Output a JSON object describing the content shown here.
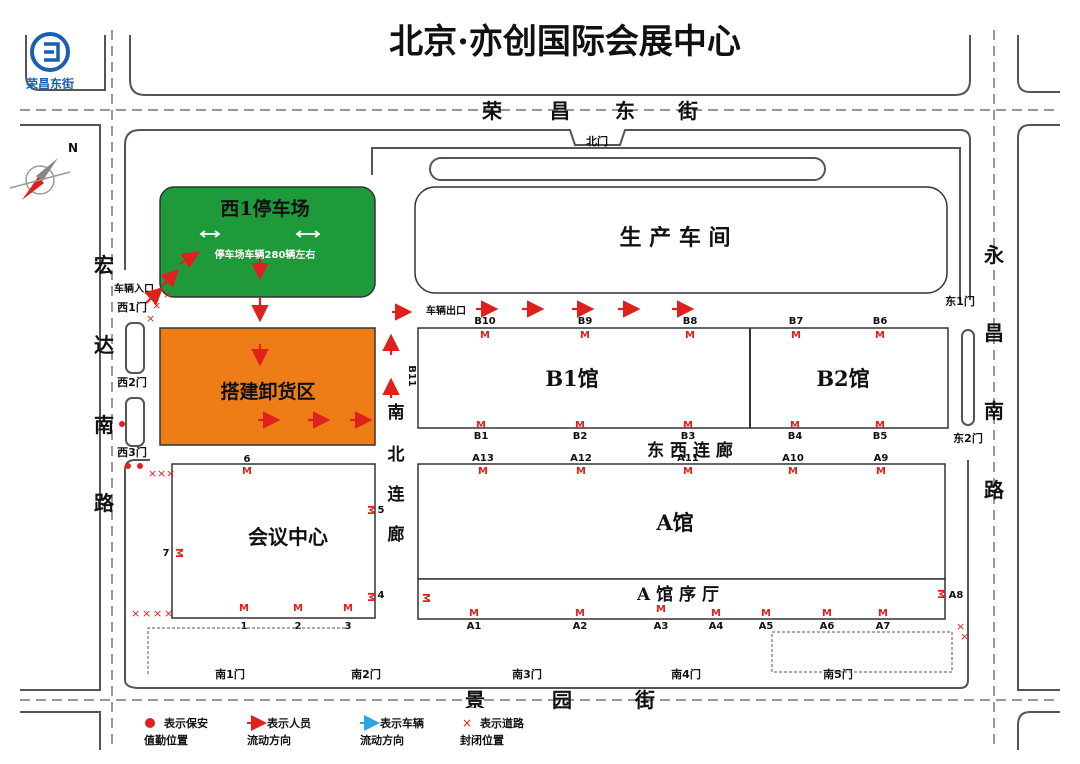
{
  "title": "北京·亦创国际会展中心",
  "logo": {
    "text": "荣昌东街"
  },
  "compass": {
    "label": "N"
  },
  "streets": {
    "north": [
      "荣",
      "昌",
      "东",
      "街"
    ],
    "south": [
      "景",
      "园",
      "街"
    ],
    "west": [
      "宏",
      "达",
      "南",
      "路"
    ],
    "east": [
      "永",
      "昌",
      "南",
      "路"
    ]
  },
  "gates": {
    "north": "北门",
    "west1": "西1门",
    "west2": "西2门",
    "west3": "西3门",
    "east1": "东1门",
    "east2": "东2门",
    "south1": "南1门",
    "south2": "南2门",
    "south3": "南3门",
    "south4": "南4门",
    "south5": "南5门"
  },
  "areas": {
    "parking": {
      "name": "西1停车场",
      "note": "停车场车辆280辆左右",
      "color": "#1f9a3a"
    },
    "unloading": {
      "name": "搭建卸货区",
      "color": "#ee7d17"
    },
    "workshop": {
      "name": "生 产 车 间"
    },
    "b1": {
      "name": "B1馆"
    },
    "b2": {
      "name": "B2馆"
    },
    "hall_a": {
      "name": "A馆"
    },
    "a_lobby": {
      "name": "A 馆 序 厅"
    },
    "conference": {
      "name": "会议中心"
    },
    "ew_corridor": {
      "name": "东 西 连 廊"
    },
    "ns_corridor": [
      "南",
      "北",
      "连",
      "廊"
    ]
  },
  "labels": {
    "vehicle_entry": "车辆入口",
    "vehicle_exit": "车辆出口",
    "entrance_mark": "M",
    "closed_mark": "×"
  },
  "entrances": {
    "b_top": [
      "B10",
      "B9",
      "B8",
      "B7",
      "B6"
    ],
    "b_bottom": [
      "B1",
      "B2",
      "B3",
      "B4",
      "B5"
    ],
    "b_side": "B11",
    "a_top": [
      "A13",
      "A12",
      "A11",
      "A10",
      "A9"
    ],
    "a_bottom": [
      "A1",
      "A2",
      "A3",
      "A4",
      "A5",
      "A6",
      "A7"
    ],
    "a_side": "A8",
    "conf": [
      "1",
      "2",
      "3",
      "4",
      "5",
      "6",
      "7"
    ]
  },
  "legend": [
    {
      "line1": "表示保安",
      "line2": "值勤位置",
      "color": "#e0201c",
      "icon": "red-dot-icon"
    },
    {
      "line1": "表示人员",
      "line2": "流动方向",
      "color": "#e0201c",
      "icon": "red-arrow-icon"
    },
    {
      "line1": "表示车辆",
      "line2": "流动方向",
      "color": "#2aa7e0",
      "icon": "blue-arrow-icon"
    },
    {
      "line1": "表示道路",
      "line2": "封闭位置",
      "color": "#e0201c",
      "icon": "red-x-icon"
    }
  ],
  "colors": {
    "road_line": "#555555",
    "red": "#e0201c",
    "building_stroke": "#333333"
  }
}
